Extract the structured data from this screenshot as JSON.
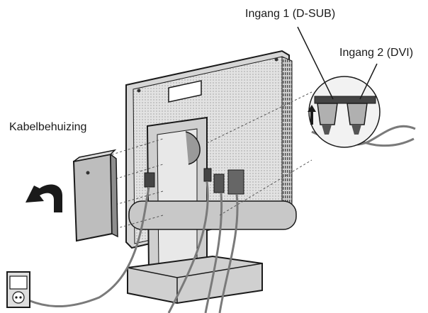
{
  "labels": {
    "input1": "Ingang 1 (D-SUB)",
    "input2": "Ingang 2 (DVI)",
    "cable_cover": "Kabelbehuizing"
  },
  "colors": {
    "line": "#1a1a1a",
    "monitor_fill": "#d9d9d9",
    "shade": "#bdbdbd",
    "cable": "#7a7a7a",
    "dark": "#333333"
  },
  "icons": {
    "rotate_arrow": "curved-arrow-left-icon",
    "power_outlet": "power-outlet-icon"
  }
}
